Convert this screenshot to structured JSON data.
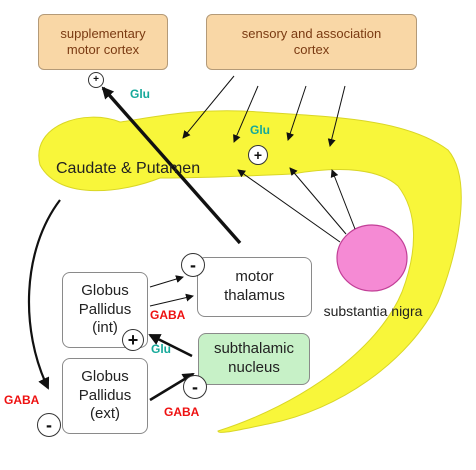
{
  "cortex": {
    "supplementary": "supplementary motor cortex",
    "sensory": "sensory and association cortex"
  },
  "structures": {
    "caudate_putamen": "Caudate & Putamen",
    "globus_pallidus_int": [
      "Globus",
      "Pallidus",
      "(int)"
    ],
    "globus_pallidus_ext": [
      "Globus",
      "Pallidus",
      "(ext)"
    ],
    "motor_thalamus": "motor thalamus",
    "subthalamic_nucleus": "subthalamic nucleus",
    "substantia_nigra": "substantia nigra"
  },
  "transmitters": {
    "glu": "Glu",
    "gaba": "GABA"
  },
  "signs": {
    "plus": "+",
    "minus": "-"
  },
  "colors": {
    "striatum": "#f8f63a",
    "nigra": "#f58ad4",
    "cortex_box": "#f9d7a6",
    "stn_box": "#c7f1c7",
    "glu": "#16a99a",
    "gaba": "#ee1111"
  }
}
